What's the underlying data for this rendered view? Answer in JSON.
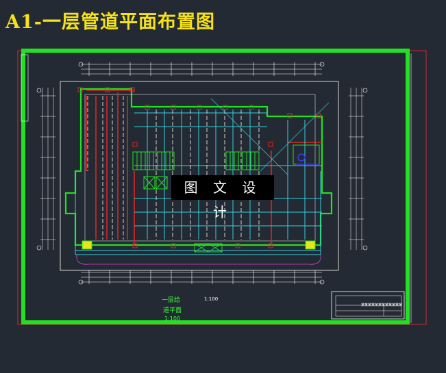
{
  "header": {
    "title": "A1-一层管道平面布置图"
  },
  "watermark": {
    "text": "图 文 设 计"
  },
  "drawing": {
    "label_line1": "一层给",
    "label_line2": "道平面",
    "label_line3": "1:100",
    "scale": "1:100",
    "title_block_text": "某某某某某某某某某某某某"
  },
  "colors": {
    "frame": "#22e022",
    "accent": "#f5e21a",
    "pipe_cyan": "#33d0e0",
    "pipe_red": "#e02424"
  }
}
